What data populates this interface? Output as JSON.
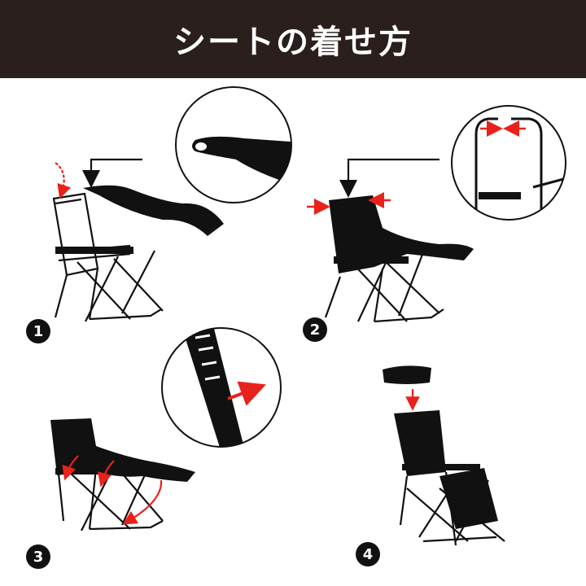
{
  "header": {
    "title": "シートの着せ方"
  },
  "steps": [
    {
      "number": "1"
    },
    {
      "number": "2"
    },
    {
      "number": "3"
    },
    {
      "number": "4"
    }
  ],
  "colors": {
    "header_bg": "#2a1f1c",
    "arrow_red": "#e8221b",
    "ink": "#111111"
  }
}
